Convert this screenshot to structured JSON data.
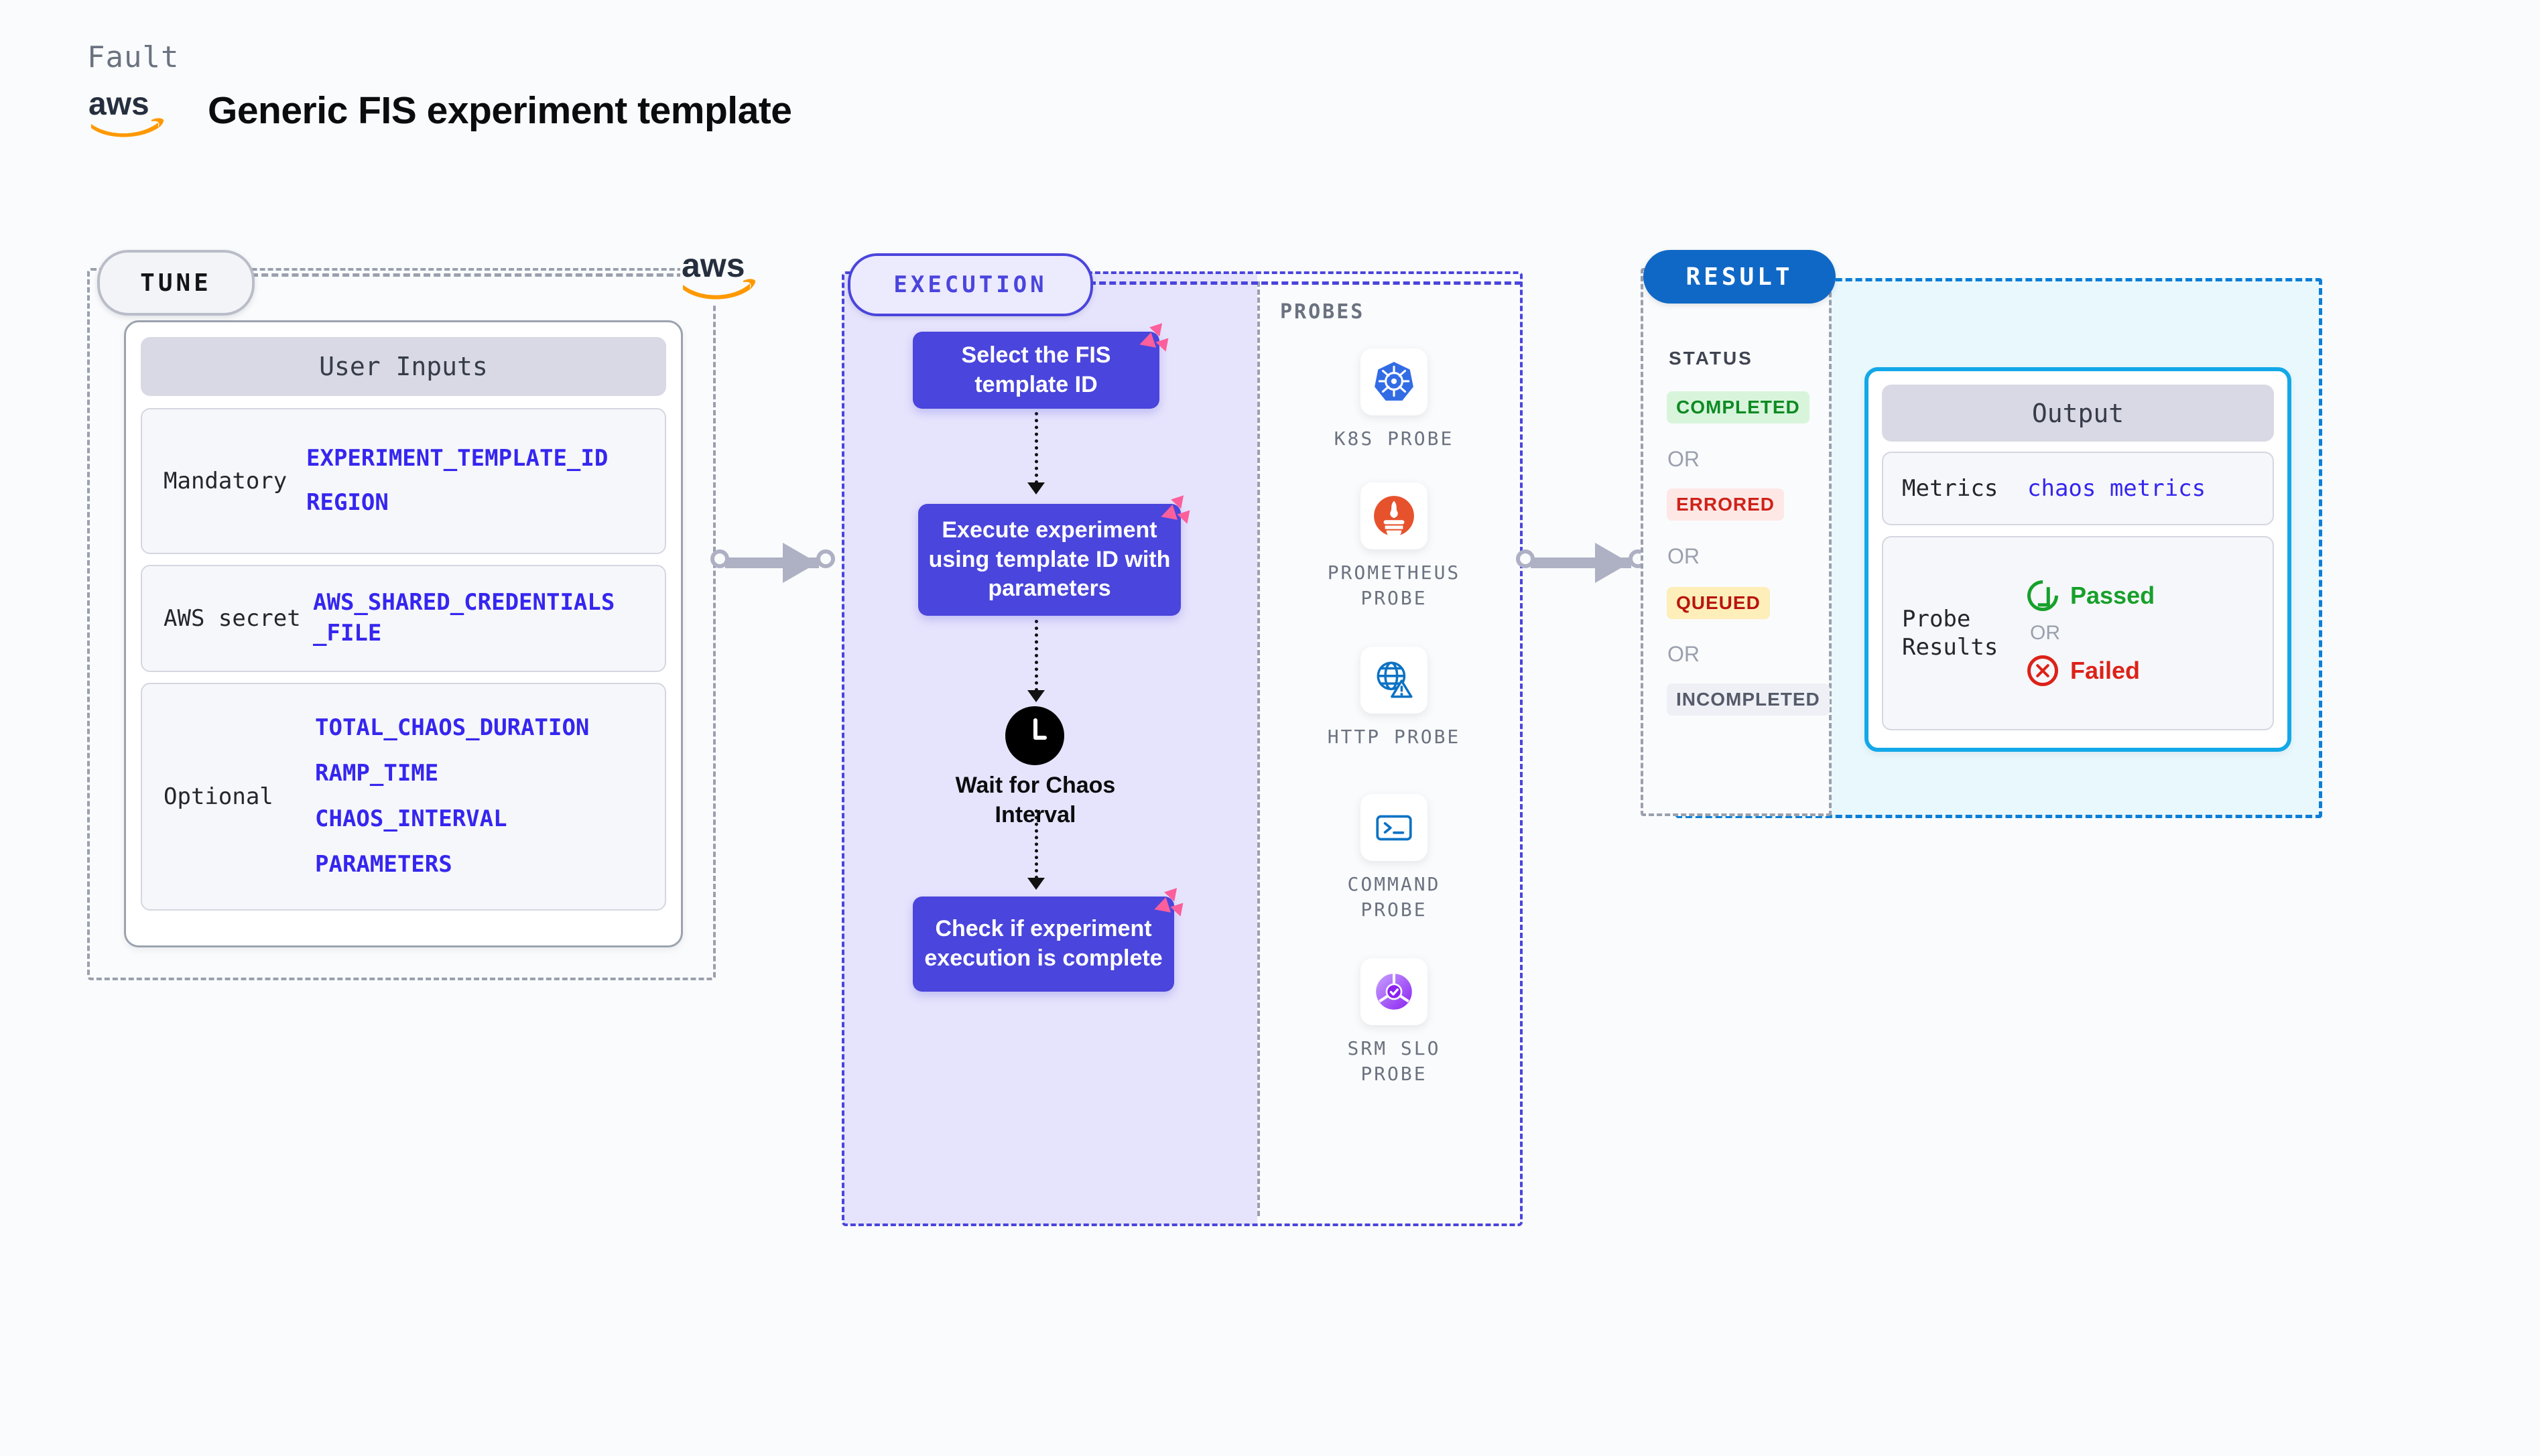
{
  "header": {
    "eyebrow": "Fault",
    "title": "Generic FIS experiment template",
    "logo_icon": "aws-logo",
    "logo_text": "aws"
  },
  "tune": {
    "badge": "TUNE",
    "logo_icon": "aws-logo",
    "card_title": "User Inputs",
    "rows": [
      {
        "label": "Mandatory",
        "vars": [
          "EXPERIMENT_TEMPLATE_ID",
          "REGION"
        ]
      },
      {
        "label": "AWS secret",
        "vars": [
          "AWS_SHARED_CREDENTIALS\n_FILE"
        ]
      },
      {
        "label": "Optional",
        "vars": [
          "TOTAL_CHAOS_DURATION",
          "RAMP_TIME",
          "CHAOS_INTERVAL",
          "PARAMETERS"
        ]
      }
    ]
  },
  "execution": {
    "badge": "EXECUTION",
    "steps": [
      {
        "text": "Select the FIS template ID",
        "badge_icon": "harness-pin-icon"
      },
      {
        "text": "Execute experiment using template ID with parameters",
        "badge_icon": "harness-pin-icon"
      }
    ],
    "wait": {
      "icon": "clock-icon",
      "text": "Wait for Chaos Interval"
    },
    "final_step": {
      "text": "Check if experiment execution is complete",
      "badge_icon": "harness-pin-icon"
    },
    "probes_title": "PROBES",
    "probes": [
      {
        "label": "K8S PROBE",
        "icon": "kubernetes-icon"
      },
      {
        "label": "PROMETHEUS\nPROBE",
        "icon": "prometheus-icon"
      },
      {
        "label": "HTTP PROBE",
        "icon": "http-globe-warning-icon"
      },
      {
        "label": "COMMAND\nPROBE",
        "icon": "terminal-icon"
      },
      {
        "label": "SRM SLO\nPROBE",
        "icon": "srm-slo-icon"
      }
    ]
  },
  "result": {
    "badge": "RESULT",
    "status_title": "STATUS",
    "statuses": [
      {
        "label": "COMPLETED",
        "color": "#0f8a23",
        "bg": "#d8f5dc"
      },
      {
        "label": "ERRORED",
        "color": "#cf2218",
        "bg": "#fde8e6"
      },
      {
        "label": "QUEUED",
        "color": "#b9150c",
        "bg": "#fdeeba"
      },
      {
        "label": "INCOMPLETED",
        "color": "#555b69",
        "bg": "#eff0f6"
      }
    ],
    "or": "OR",
    "output": {
      "title": "Output",
      "metrics_label": "Metrics",
      "metrics_value": "chaos metrics",
      "probe_results_label": "Probe\nResults",
      "passed": {
        "label": "Passed",
        "icon": "check-circle-icon",
        "color": "#17a02b"
      },
      "or": "OR",
      "failed": {
        "label": "Failed",
        "icon": "x-circle-icon",
        "color": "#dc2219"
      }
    }
  },
  "colors": {
    "purple": "#4a45dc",
    "purple_bg": "#e6e4fc",
    "pink": "#fc5f9b",
    "blue": "#1068c6",
    "cyan": "#13a8e8",
    "cyan_bg": "#e9f8fd",
    "var_blue": "#3526ef",
    "aws_orange": "#ff9900"
  }
}
